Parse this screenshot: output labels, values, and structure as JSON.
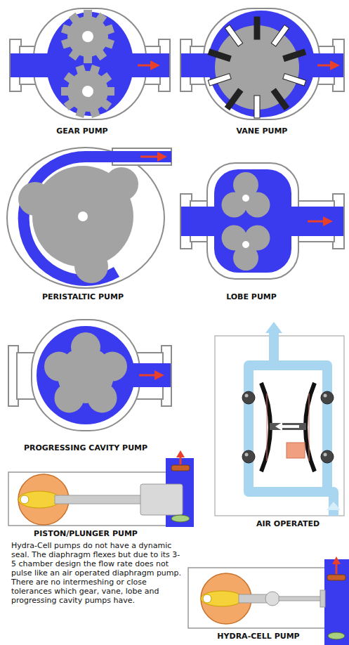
{
  "diagram": {
    "labels": [
      "GEAR PUMP",
      "VANE PUMP",
      "PERISTALTIC PUMP",
      "LOBE PUMP",
      "PROGRESSING CAVITY PUMP",
      "AIR OPERATED",
      "PISTON/PLUNGER PUMP",
      "Hydra-Cell pumps do not have a dynamic seal. The diaphragm flexes but due to its 3-5 chamber design the flow rate does not pulse like an air operated diaphragm pump. There are no intermeshing or close tolerances which gear, vane, lobe and progressing cavity pumps have.",
      "HYDRA-CELL PUMP"
    ]
  }
}
